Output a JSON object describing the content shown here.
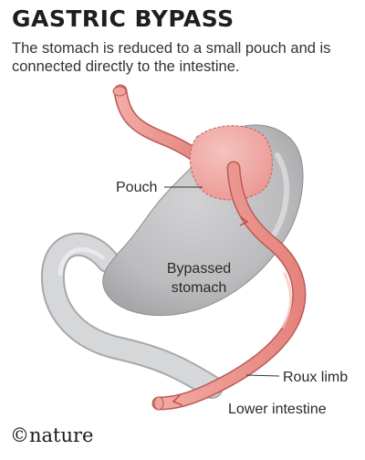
{
  "header": {
    "title": "GASTRIC BYPASS",
    "subtitle": "The stomach is reduced to a small pouch and is connected directly to the intestine."
  },
  "labels": {
    "pouch": "Pouch",
    "bypassed_line1": "Bypassed",
    "bypassed_line2": "stomach",
    "roux_limb": "Roux limb",
    "lower_intestine": "Lower intestine"
  },
  "footer": {
    "copyright": "©nature"
  },
  "colors": {
    "stomach": "#bcbcbe",
    "stomach_shadow": "#9e9ea1",
    "intestine_gray": "#d3d4d6",
    "intestine_gray_edge": "#a7a8ab",
    "pouch": "#f0a9a4",
    "pouch_edge": "#d9807c",
    "tube": "#ec8f88",
    "tube_edge": "#b85b57",
    "arrow": "#b84a47"
  }
}
